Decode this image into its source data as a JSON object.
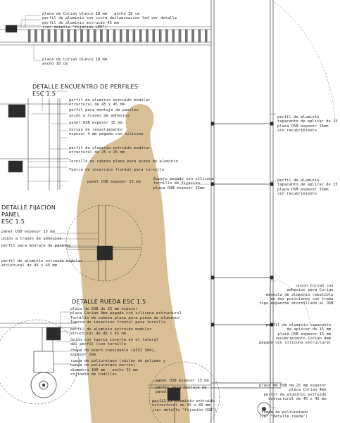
{
  "colors": {
    "figure_fill": "#d9bf95",
    "line": "#3a3a3a",
    "leader": "#555555",
    "section_fill": "#2b2b2b",
    "gray": "#8a8a8a"
  },
  "figure": {
    "icon": "human-silhouette-icon"
  },
  "titles": {
    "encuentro": "DETALLE ENCUENTRO DE PERFILES\nESC 1.5",
    "fijacion": "DETALLE FIJACIÓN\nPANEL\nESC 1.5",
    "rueda": "DETALLE RUEDA ESC 1.5"
  },
  "annotations": {
    "top_main": "placa de Corian blanco 18 mm   ancho 10 cm\nperfil de aluminio con cinta deiluminacion led ver detalle\nperfil de aluminio extruido 45 mm\n(ver detalle \"fijación LED\")",
    "top_below": "placa de Corian blanco 18 mm\nancho 10 cm",
    "enc_1": "perfil de aluminio extruido modular\netructural de 45 x 45 mm",
    "enc_2": "perfil para montaje de paneles",
    "enc_3": "unión a traves de adhesivo",
    "enc_4": "panel OSB espesor 15 mm",
    "enc_5": "Corian de revestimiento\nespesor 4 mm pegado con silicona",
    "enc_6": "perfil de aluminio extruido modular\netructural de 25 x 25 mm",
    "enc_7": "Tornillo de cabeza plana para pieza de aluminio",
    "enc_8": "Tuerca de insercion frontal para tornillo",
    "enc_9": "panel OSB espesor 15 mm",
    "mid_espejo": "Espejo pegado con silicona\ntornillo de fijación\nplaca OSB espesor 15mm",
    "fij_1": "panel OSB espesor 15 mm",
    "fij_2": "unión a traves de adhesivo",
    "fij_3": "perfil para montaje de paneles",
    "fij_4": "perfil de aluminio extruido modular\netructural de 45 x 45 mm",
    "r_1": "perfil de aluminio\ntapacanto de aplicar de 15 mm\nplaca OSB espesor 15mm\nsin recubrimiento",
    "r_2": "perfil de aluminio\ntapacanto de aplicar de 15 mm\nplaca OSB espesor 15mm\nsin recubrimiento",
    "r_3": "union Corian con\nadhesivo para Corian\nménsula de aluminio rebatible\nen dos posiciones con traba\ntipo espanche atornillado al OSB",
    "r_4": "perfil de aluminio tapacanto\nde aplicar de 15 mm\nplaca OSB espesor 15 mm\nrecubrimiento Corian 4mm\npegado con silicona estructural",
    "r_5": "placa de OSB de 25 mm espesor\nplaca Corian 4mm\nperfil de aluminio extruido\nestructural de 45 x 45 mm",
    "r_6": "rueda de poliuretano\n(ver \"detalle rueda\")",
    "rue_1": "placa de OSB de 25 mm espesor\nplaca Corian 4mm pegado con silicona estructural\nTornillo de cabeza plana para pieza de aluminio\nTuerca de insercion frontal para tornillo",
    "rue_2": "perfil de aluminio extruido modular\netructural de 45 x 45 mm",
    "rue_3": "unión con tuerca inserta en el lateral\ndel perfil (con tornillo",
    "rue_4": "chapa de acero inoxidable (AISI 304),\nespesor 2mm",
    "rue_5": "rueda de poliuretano (núcleo de poliamo y\nbanda de poliuretano marrón)\ndiametro 100 mm - ancho 32 mm\ncojinete de rodillos",
    "bot_1": "panel OSB espesor 15 mm",
    "bot_2": "perfil para montaje de\npaneles",
    "bot_3": "perfil de aluminio extruido\nestructural de 45 x 45 mm\n(ver detalle \"fijación OSB\")"
  }
}
